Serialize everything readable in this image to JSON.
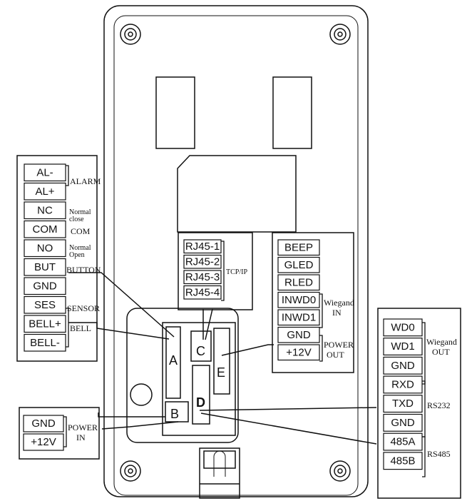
{
  "ports": {
    "a": "A",
    "b": "B",
    "c": "C",
    "d": "D",
    "e": "E"
  },
  "block_left": {
    "pins": [
      "AL-",
      "AL+",
      "NC",
      "COM",
      "NO",
      "BUT",
      "GND",
      "SES",
      "BELL+",
      "BELL-"
    ],
    "labels": {
      "alarm": "ALARM",
      "normal_close": [
        "Normal",
        "close"
      ],
      "com": "COM",
      "normal_open": [
        "Normal",
        "Open"
      ],
      "button": "BUTTON",
      "sensor": "SENSOR",
      "bell": "BELL"
    }
  },
  "block_tcp": {
    "pins": [
      "RJ45-1",
      "RJ45-2",
      "RJ45-3",
      "RJ45-4"
    ],
    "label": "TCP/IP"
  },
  "block_e": {
    "pins": [
      "BEEP",
      "GLED",
      "RLED",
      "INWD0",
      "INWD1",
      "GND",
      "+12V"
    ],
    "labels": {
      "wiegand_in": [
        "Wiegand",
        "IN"
      ],
      "power_out": [
        "POWER",
        "OUT"
      ]
    }
  },
  "block_power_in": {
    "pins": [
      "GND",
      "+12V"
    ],
    "label": [
      "POWER",
      "IN"
    ]
  },
  "block_d": {
    "pins": [
      "WD0",
      "WD1",
      "GND",
      "RXD",
      "TXD",
      "GND",
      "485A",
      "485B"
    ],
    "labels": {
      "wiegand_out": [
        "Wiegand",
        "OUT"
      ],
      "rs232": "RS232",
      "rs485": "RS485"
    }
  }
}
